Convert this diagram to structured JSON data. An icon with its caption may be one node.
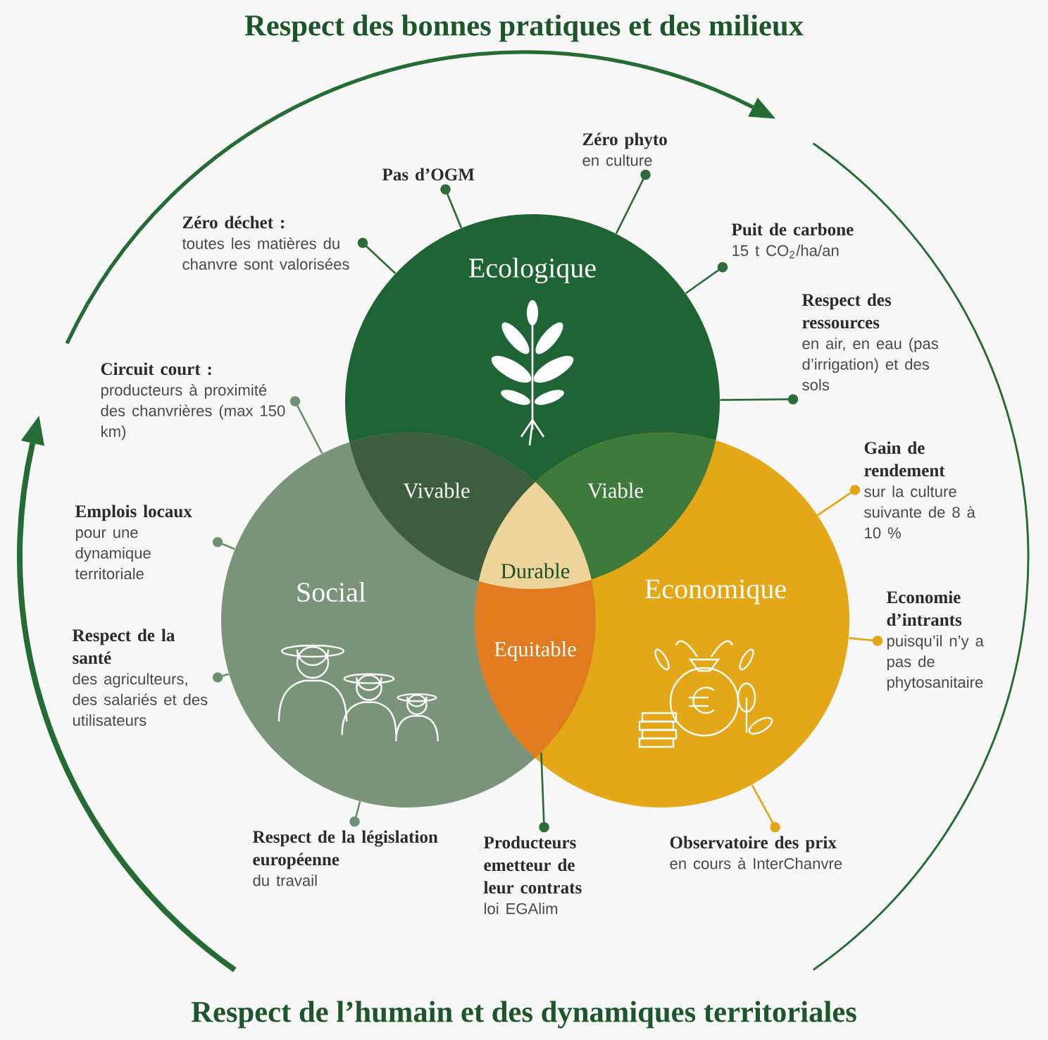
{
  "diagram": {
    "nodes": [
      {
        "text": [
          "Ecologique"
        ]
      },
      {
        "text": [
          "Social"
        ]
      },
      {
        "text": [
          "Economique"
        ]
      },
      {
        "text": [
          "Vivable"
        ]
      },
      {
        "text": [
          "Viable"
        ]
      },
      {
        "text": [
          "Durable"
        ]
      },
      {
        "text": [
          "Equitable"
        ]
      },
      {
        "text": [
          "Pas d’OGM"
        ]
      },
      {
        "text": [
          "Zéro phyto",
          "en culture"
        ]
      },
      {
        "text": [
          "Zéro déchet :",
          "toutes les matières du chanvre sont valorisées"
        ]
      },
      {
        "text": [
          "Puit de carbone",
          "15 t CO$_{2}$/ha/an"
        ]
      },
      {
        "text": [
          "Circuit court :",
          "producteurs à proximité des chanvrières (max 150 km)"
        ]
      },
      {
        "text": [
          "Respect des ressources",
          "en air, en eau (pas d’irrigation) et des sols"
        ]
      },
      {
        "text": [
          "Gain de rendement",
          "sur la culture suivante de 8 à 10 %"
        ]
      },
      {
        "text": [
          "Emplois locaux",
          "pour une dynamique territoriale"
        ]
      },
      {
        "text": [
          "Economie d’intrants",
          "puisqu’il n’y a pas de phytosanitaire"
        ]
      },
      {
        "text": [
          "Respect de la santé",
          "des agriculteurs, des salariés et des utilisateurs"
        ]
      },
      {
        "text": [
          "Respect de la législation européenne",
          "du travail"
        ]
      },
      {
        "text": [
          "Producteurs emetteur de leur contrats",
          "loi EGAlim"
        ]
      },
      {
        "text": [
          "Observatoire des prix",
          "en cours à InterChanvre"
        ]
      }
    ],
    "edges": [
      {
        "from": 7,
        "to": 0,
        "arrow": "other"
      },
      {
        "from": 8,
        "to": 0,
        "arrow": "other"
      },
      {
        "from": 9,
        "to": 0,
        "arrow": "other"
      },
      {
        "from": 10,
        "to": 0,
        "arrow": "other"
      },
      {
        "from": 11,
        "to": 1,
        "arrow": "other",
        "color": "#6f8f72"
      },
      {
        "from": 12,
        "to": 0,
        "arrow": "other"
      },
      {
        "from": 13,
        "to": 2,
        "arrow": "other",
        "color": "#e3a417"
      },
      {
        "from": 14,
        "to": 1,
        "arrow": "other",
        "color": "#6f8f72"
      },
      {
        "from": 15,
        "to": 2,
        "arrow": "other",
        "color": "#e3a417"
      },
      {
        "from": 16,
        "to": 1,
        "arrow": "other",
        "color": "#6f8f72"
      },
      {
        "from": 17,
        "to": 1,
        "arrow": "other",
        "color": "#6f8f72"
      },
      {
        "from": 18,
        "to": 1,
        "arrow": "other"
      },
      {
        "from": 19,
        "to": 2,
        "arrow": "other",
        "color": "#e3a417"
      }
    ],
    "labels": [
      "Respect des bonnes pratiques et des milieux",
      "Respect de l’humain et des dynamiques territoriales"
    ]
  }
}
